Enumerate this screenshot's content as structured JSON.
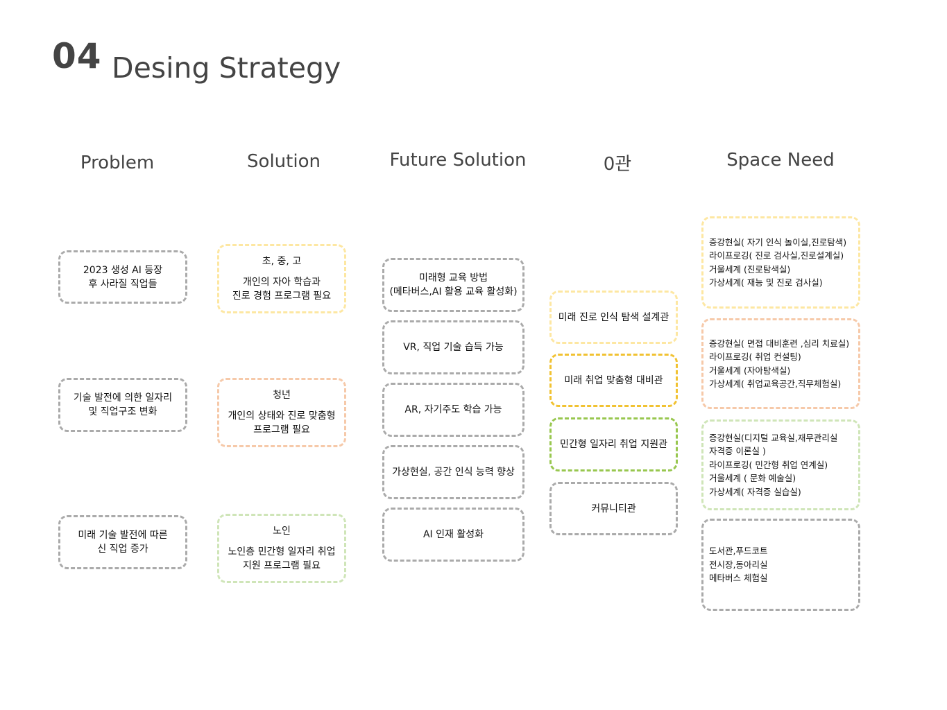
{
  "header": {
    "number": "04",
    "title": "Desing Strategy"
  },
  "columns": {
    "problem": "Problem",
    "solution": "Solution",
    "future_solution": "Future Solution",
    "hall": "0관",
    "space_need": "Space Need"
  },
  "problems": [
    {
      "lines": [
        "2023 생성 AI 등장",
        "후 사라질 직업들"
      ]
    },
    {
      "lines": [
        "기술 발전에 의한 일자리",
        "및 직업구조 변화"
      ]
    },
    {
      "lines": [
        "미래 기술 발전에 따른",
        "신 직업 증가"
      ]
    }
  ],
  "solutions": [
    {
      "heading": "초, 중, 고",
      "lines": [
        "개인의 자아 학습과",
        "진로 경험 프로그램 필요"
      ]
    },
    {
      "heading": "청년",
      "lines": [
        "개인의 상태와 진로 맞춤형",
        "프로그램 필요"
      ]
    },
    {
      "heading": "노인",
      "lines": [
        "노인층 민간형 일자리 취업",
        "지원 프로그램 필요"
      ]
    }
  ],
  "future_solutions": [
    {
      "lines": [
        "미래형 교육 방법",
        "(메타버스,AI 활용 교육 활성화)"
      ]
    },
    {
      "lines": [
        "VR, 직업 기술 습득 가능"
      ]
    },
    {
      "lines": [
        "AR, 자기주도 학습 가능"
      ]
    },
    {
      "lines": [
        "가상현실, 공간 인식 능력 향상"
      ]
    },
    {
      "lines": [
        "AI 인재 활성화"
      ]
    }
  ],
  "halls": [
    {
      "lines": [
        "미래 진로 인식 탐색 설계관"
      ]
    },
    {
      "lines": [
        "미래 취업 맞춤형 대비관"
      ]
    },
    {
      "lines": [
        "민간형 일자리 취업 지원관"
      ]
    },
    {
      "lines": [
        "커뮤니티관"
      ]
    }
  ],
  "space_needs": [
    {
      "lines": [
        "증강현실( 자기 인식  놀이실,진로탐색)",
        "라이프로깅( 진로 검사실,진로설계실)",
        "거울세계 (진로탐색실)",
        "가상세계( 재능 및 진로 검사실)"
      ]
    },
    {
      "lines": [
        "증강현실( 면접 대비훈련  ,심리 치료실)",
        "라이프로깅( 취업 컨설팅)",
        "거울세계 (자아탐색실)",
        "가상세계( 취업교육공간,직무체험실)"
      ]
    },
    {
      "lines": [
        "증강현실(디지털  교육실,재무관리실",
        "자격증 이론실 )",
        "라이프로깅( 민간형 취업 연계실)",
        "거울세계 ( 문화 예술실)",
        "가상세계( 자격증 실습실)"
      ]
    },
    {
      "lines": [
        "도서관,푸드코트",
        "전시장,동아리실",
        "메타버스 체험실"
      ]
    }
  ],
  "colors": {
    "gray": "#aaaaaa",
    "yellow_light": "#fde7a2",
    "peach": "#f6c9a9",
    "green_light": "#cfe5b8",
    "yellow_strong": "#f1c232",
    "green_strong": "#98c74f"
  }
}
